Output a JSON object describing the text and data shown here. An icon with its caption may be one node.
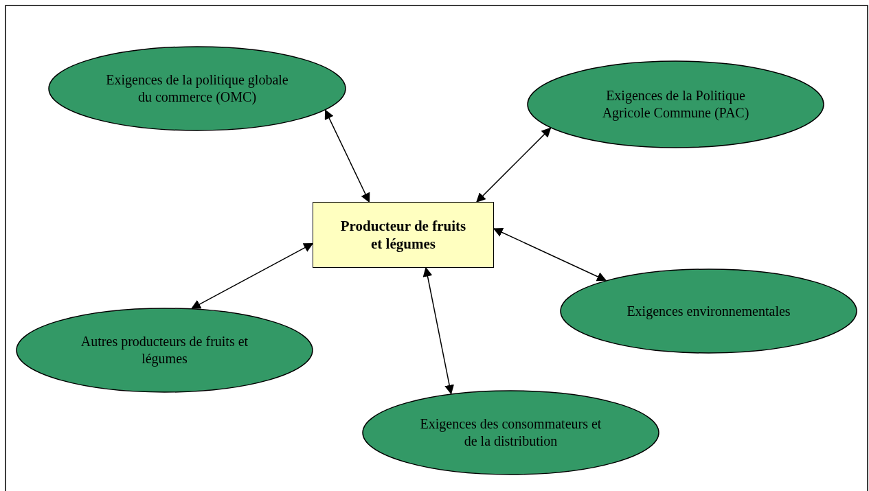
{
  "diagram": {
    "nodes": [
      {
        "text": [
          "Exigences de la politique globale du commerce (OMC)"
        ]
      },
      {
        "text": [
          "Exigences de la Politique Agricole Commune (PAC)"
        ]
      },
      {
        "text": [
          "Producteur de fruits et légumes"
        ]
      },
      {
        "text": [
          "Exigences environnementales"
        ]
      },
      {
        "text": [
          "Autres producteurs de fruits et légumes"
        ]
      },
      {
        "text": [
          "Exigences des consommateurs et de la distribution"
        ]
      }
    ],
    "edges": [
      {
        "from": 2,
        "to": 0,
        "arrow": "both"
      },
      {
        "from": 2,
        "to": 1,
        "arrow": "both"
      },
      {
        "from": 2,
        "to": 3,
        "arrow": "both"
      },
      {
        "from": 2,
        "to": 4,
        "arrow": "both"
      },
      {
        "from": 2,
        "to": 5,
        "arrow": "both"
      }
    ]
  }
}
